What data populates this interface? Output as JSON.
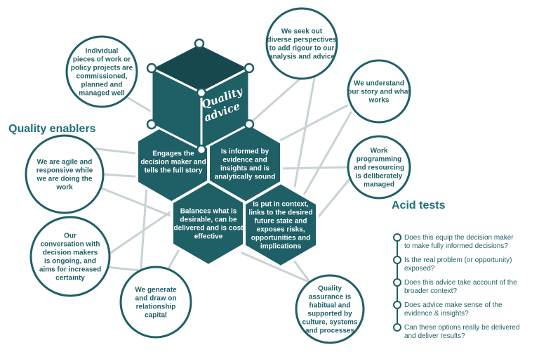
{
  "headings": {
    "quality_enablers": "Quality enablers",
    "acid_tests": "Acid tests"
  },
  "cube": {
    "line1": "Quality",
    "line2": "advice"
  },
  "hexagons": [
    [
      "Engages the",
      "decision maker and",
      "tells the full story"
    ],
    [
      "Is informed by",
      "evidence and",
      "insights and is",
      "analytically sound"
    ],
    [
      "Balances what is",
      "desirable, can be",
      "delivered and is cost",
      "effective"
    ],
    [
      "Is put in context,",
      "links to the desired",
      "future state and",
      "exposes risks,",
      "opportunities and",
      "implications"
    ]
  ],
  "enablers": [
    [
      "Individual",
      "pieces of work or",
      "policy projects are",
      "commissioned,",
      "planned and",
      "managed well"
    ],
    [
      "We seek out",
      "diverse perspectives",
      "to add rigour to our",
      "analysis and advice"
    ],
    [
      "We understand",
      "our story and what",
      "works"
    ],
    [
      "Work",
      "programming",
      "and resourcing",
      "is deliberately",
      "managed"
    ],
    [
      "We are agile and",
      "responsive while",
      "we are doing the",
      "work"
    ],
    [
      "Our",
      "conversation with",
      "decision makers",
      "is ongoing, and",
      "aims for increased",
      "certainty"
    ],
    [
      "We generate",
      "and draw on",
      "relationship",
      "capital"
    ],
    [
      "Quality",
      "assurance is",
      "habitual and",
      "supported by",
      "culture, systems",
      "and processes"
    ]
  ],
  "acid_tests": [
    [
      "Does this equip the decision maker",
      "to make fully informed decisions?"
    ],
    [
      "Is the real problem (or opportunity)",
      "exposed?"
    ],
    [
      "Does this advice take account of the",
      "broader context?"
    ],
    [
      "Does advice  make sense of the",
      "evidence & insights?"
    ],
    [
      "Can these options really be delivered",
      "and deliver results?"
    ]
  ],
  "colors": {
    "teal": "#1f5f66",
    "teal_dark": "#17484d",
    "line": "#c8d3d5"
  }
}
